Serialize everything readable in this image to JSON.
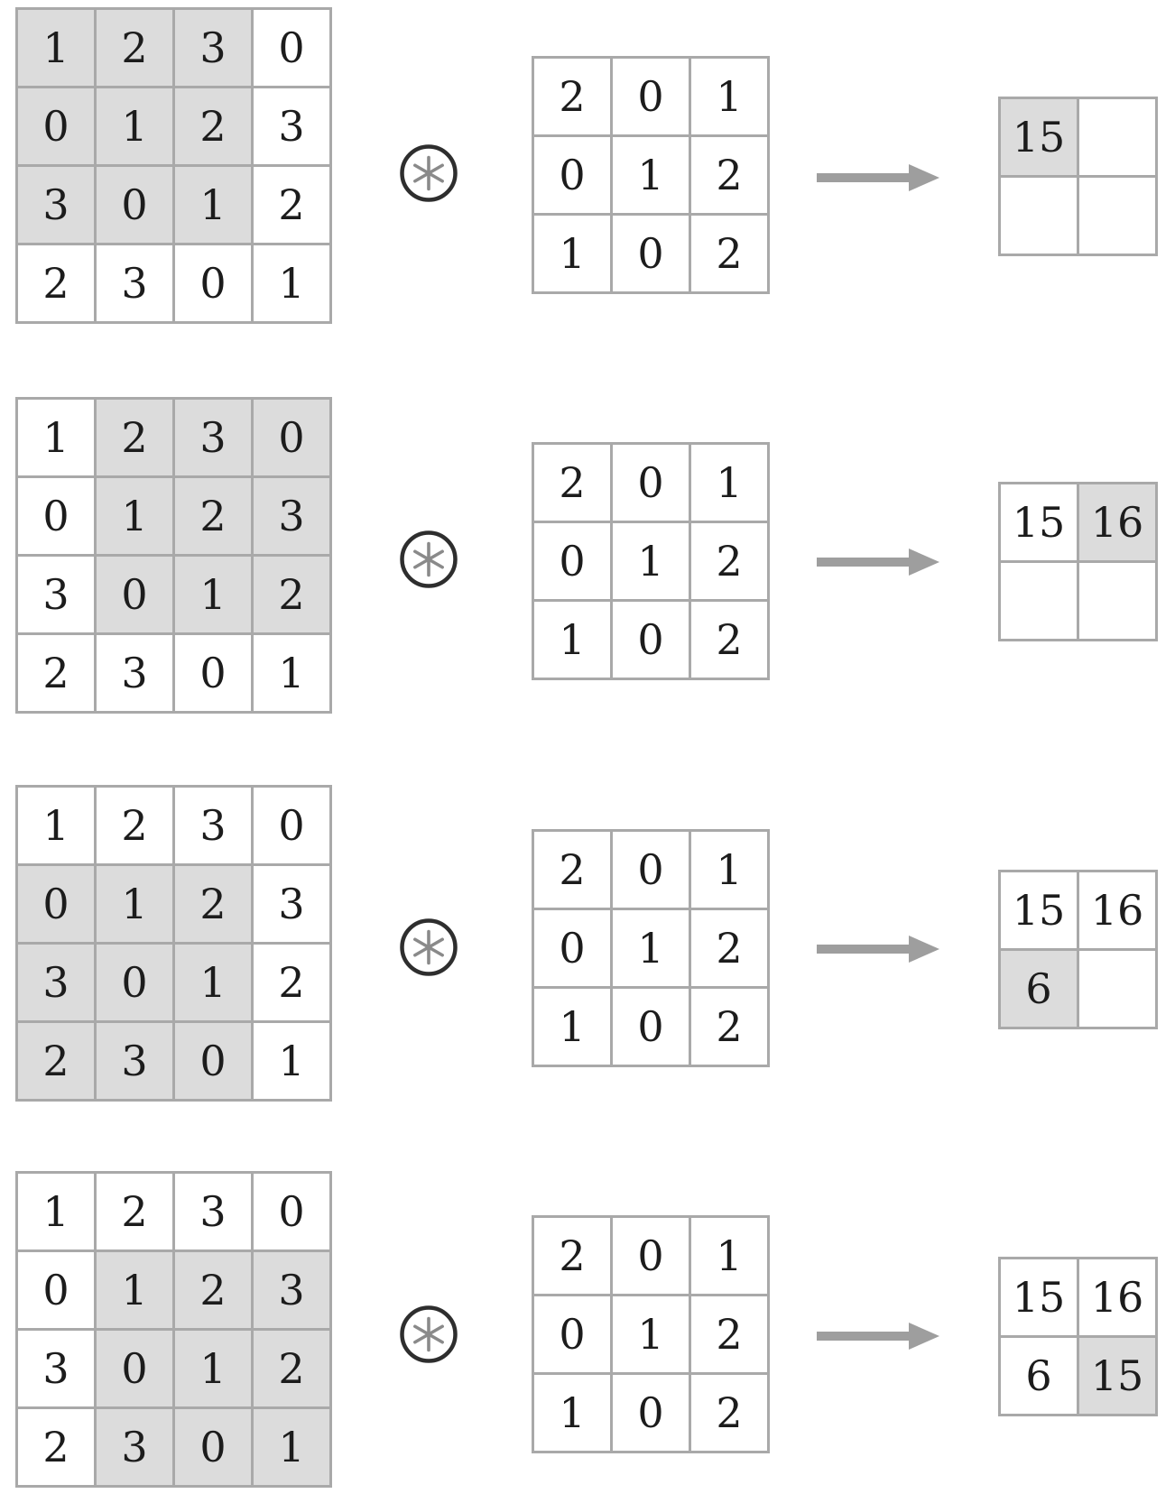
{
  "diagram": {
    "operator_symbol": "*",
    "input_matrix": {
      "values": [
        [
          "1",
          "2",
          "3",
          "0"
        ],
        [
          "0",
          "1",
          "2",
          "3"
        ],
        [
          "3",
          "0",
          "1",
          "2"
        ],
        [
          "2",
          "3",
          "0",
          "1"
        ]
      ]
    },
    "kernel": {
      "values": [
        [
          "2",
          "0",
          "1"
        ],
        [
          "0",
          "1",
          "2"
        ],
        [
          "1",
          "0",
          "2"
        ]
      ]
    },
    "steps": [
      {
        "input_highlight": {
          "row_start": 0,
          "row_end": 2,
          "col_start": 0,
          "col_end": 2
        },
        "output": [
          [
            {
              "value": "15",
              "highlight": true
            },
            {
              "value": "",
              "highlight": false
            }
          ],
          [
            {
              "value": "",
              "highlight": false
            },
            {
              "value": "",
              "highlight": false
            }
          ]
        ]
      },
      {
        "input_highlight": {
          "row_start": 0,
          "row_end": 2,
          "col_start": 1,
          "col_end": 3
        },
        "output": [
          [
            {
              "value": "15",
              "highlight": false
            },
            {
              "value": "16",
              "highlight": true
            }
          ],
          [
            {
              "value": "",
              "highlight": false
            },
            {
              "value": "",
              "highlight": false
            }
          ]
        ]
      },
      {
        "input_highlight": {
          "row_start": 1,
          "row_end": 3,
          "col_start": 0,
          "col_end": 2
        },
        "output": [
          [
            {
              "value": "15",
              "highlight": false
            },
            {
              "value": "16",
              "highlight": false
            }
          ],
          [
            {
              "value": "6",
              "highlight": true
            },
            {
              "value": "",
              "highlight": false
            }
          ]
        ]
      },
      {
        "input_highlight": {
          "row_start": 1,
          "row_end": 3,
          "col_start": 1,
          "col_end": 3
        },
        "output": [
          [
            {
              "value": "15",
              "highlight": false
            },
            {
              "value": "16",
              "highlight": false
            }
          ],
          [
            {
              "value": "6",
              "highlight": false
            },
            {
              "value": "15",
              "highlight": true
            }
          ]
        ]
      }
    ],
    "colors": {
      "highlight": "#dcdcdc",
      "grid_line": "#a9a9a9",
      "text": "#1c1c1c",
      "arrow": "#9e9e9e",
      "operator_ring": "#2e2e2e",
      "operator_glyph": "#8a8a8a",
      "background": "#ffffff"
    }
  }
}
